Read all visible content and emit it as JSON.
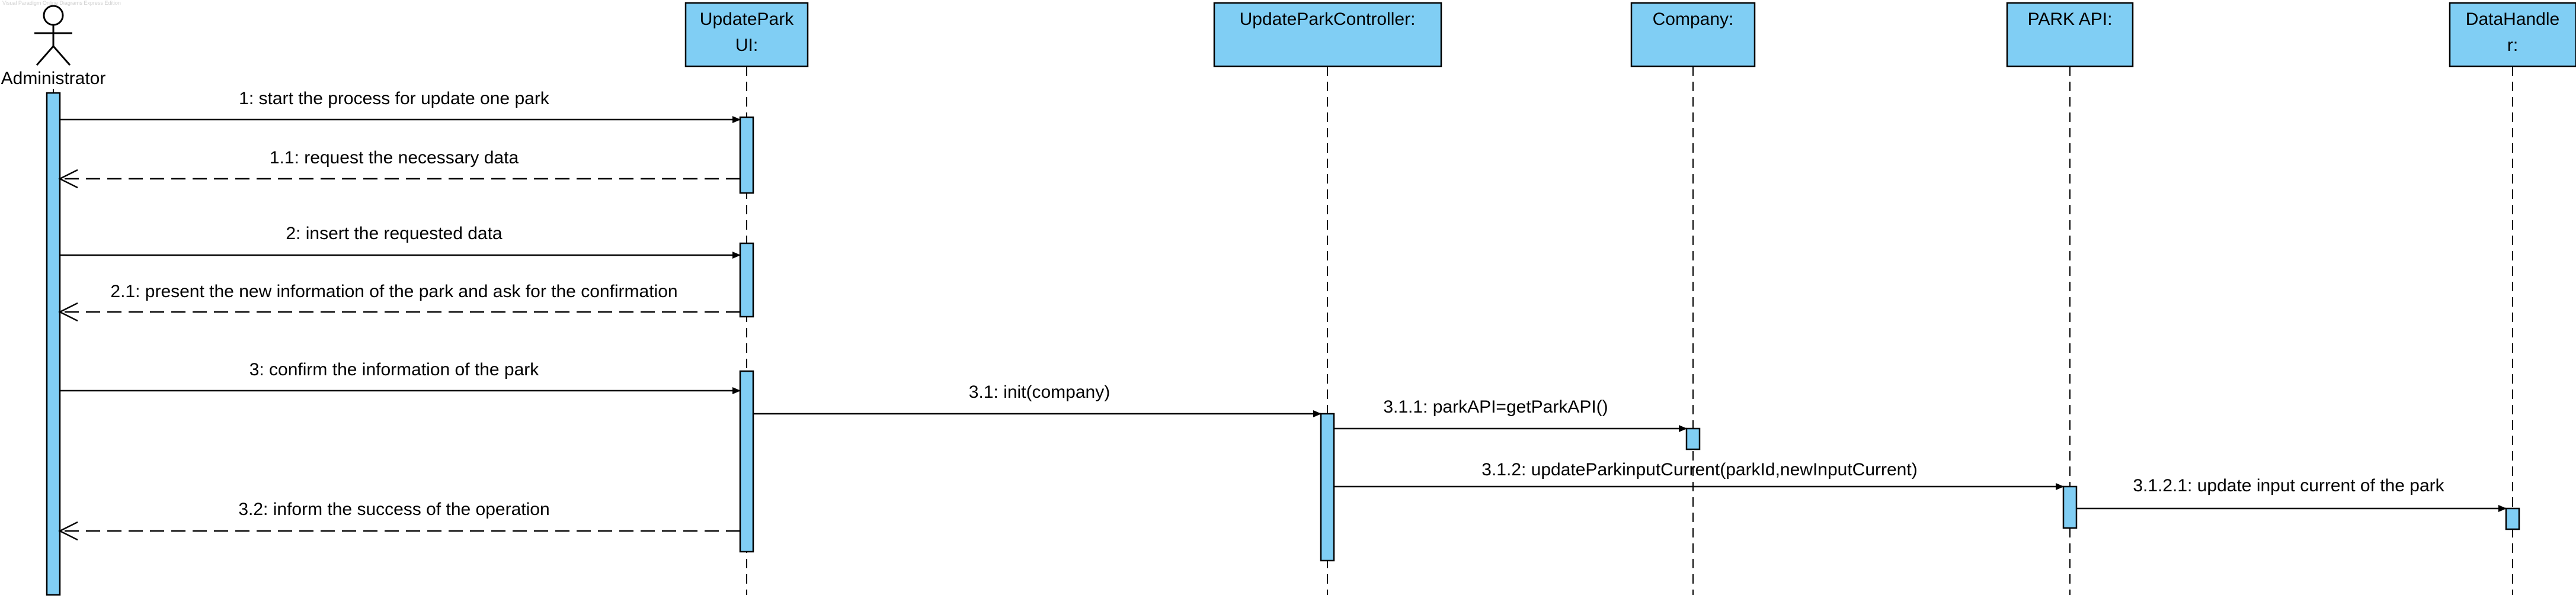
{
  "watermark": "Visual Paradigm Online Diagrams Express Edition",
  "colors": {
    "box_fill": "#80cef4",
    "line": "#000000"
  },
  "actor": {
    "name": "Administrator"
  },
  "participants": [
    {
      "id": "ui",
      "lines": [
        "UpdatePark",
        "UI:"
      ]
    },
    {
      "id": "ctrl",
      "lines": [
        "UpdateParkController:"
      ]
    },
    {
      "id": "company",
      "lines": [
        "Company:"
      ]
    },
    {
      "id": "parkapi",
      "lines": [
        "PARK API:"
      ]
    },
    {
      "id": "dh",
      "lines": [
        "DataHandle",
        "r:"
      ]
    }
  ],
  "messages": [
    {
      "label": "1: start the process for update one park",
      "type": "sync"
    },
    {
      "label": "1.1: request the necessary data",
      "type": "return"
    },
    {
      "label": "2: insert the requested data",
      "type": "sync"
    },
    {
      "label": "2.1: present the new information of the park and ask for the confirmation",
      "type": "return"
    },
    {
      "label": "3: confirm the information of the park",
      "type": "sync"
    },
    {
      "label": "3.1: init(company)",
      "type": "sync"
    },
    {
      "label": "3.1.1: parkAPI=getParkAPI()",
      "type": "sync"
    },
    {
      "label": "3.1.2: updateParkinputCurrent(parkId,newInputCurrent)",
      "type": "sync"
    },
    {
      "label": "3.1.2.1: update input current of the park",
      "type": "sync"
    },
    {
      "label": "3.2: inform the success of the operation",
      "type": "return"
    }
  ]
}
